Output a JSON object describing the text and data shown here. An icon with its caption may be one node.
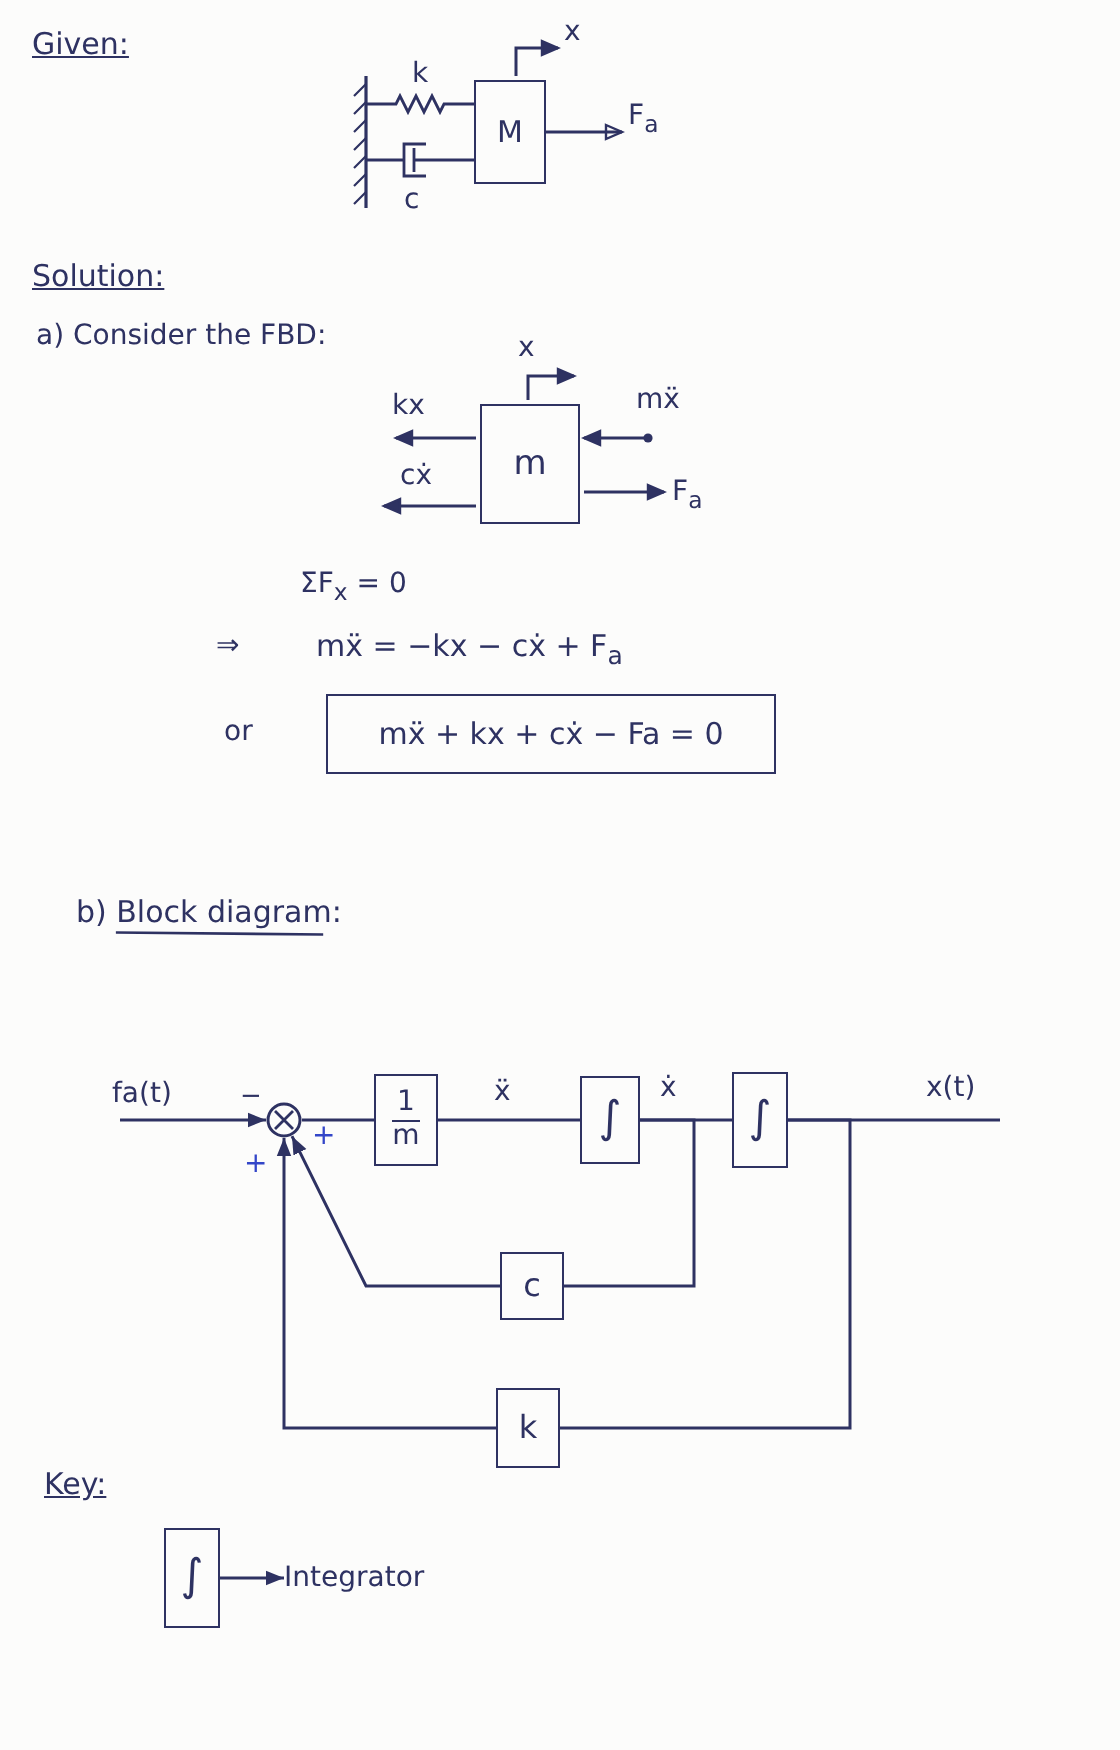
{
  "diagram": {
    "nodes": [
      {
        "text": [
          "M"
        ]
      },
      {
        "text": [
          "m"
        ]
      },
      {
        "text": [
          "mẍ + kx + cẋ − Fa = 0"
        ]
      },
      {
        "text": [],
        "shape": "circle"
      },
      {
        "text": [
          "1",
          "m"
        ]
      },
      {
        "text": [
          "∫"
        ]
      },
      {
        "text": [
          "∫"
        ]
      },
      {
        "text": [
          "c"
        ]
      },
      {
        "text": [
          "k"
        ]
      },
      {
        "text": [
          "∫"
        ]
      },
      {
        "text": [
          "Integrator"
        ]
      }
    ],
    "edges": [
      {
        "from": null,
        "to": 3,
        "arrow": "to",
        "label": "fa(t)"
      },
      {
        "from": 3,
        "to": 4,
        "arrow": "none"
      },
      {
        "from": 4,
        "to": 5,
        "arrow": "none",
        "label": "ẍ"
      },
      {
        "from": 5,
        "to": 6,
        "arrow": "none",
        "label": "ẋ"
      },
      {
        "from": 6,
        "to": null,
        "arrow": "none",
        "label": "x(t)"
      },
      {
        "from": 5,
        "to": 7,
        "arrow": "none"
      },
      {
        "from": 7,
        "to": 3,
        "arrow": "to"
      },
      {
        "from": 6,
        "to": 8,
        "arrow": "none"
      },
      {
        "from": 8,
        "to": 3,
        "arrow": "to"
      },
      {
        "from": 9,
        "to": 10,
        "arrow": "to"
      }
    ],
    "labels": [
      "Given:",
      "x",
      "k",
      "F$_{a}$",
      "c",
      "Solution:",
      "a) Consider the FBD:",
      "x",
      "kx",
      "mẍ",
      "cẋ",
      "F$_{a}$",
      "ΣF$_{x}$ = 0",
      "⇒",
      "mẍ = −kx − cẋ + F$_{a}$",
      "or",
      "b) Block diagram:",
      "−",
      "+",
      "+",
      "Key:"
    ]
  }
}
